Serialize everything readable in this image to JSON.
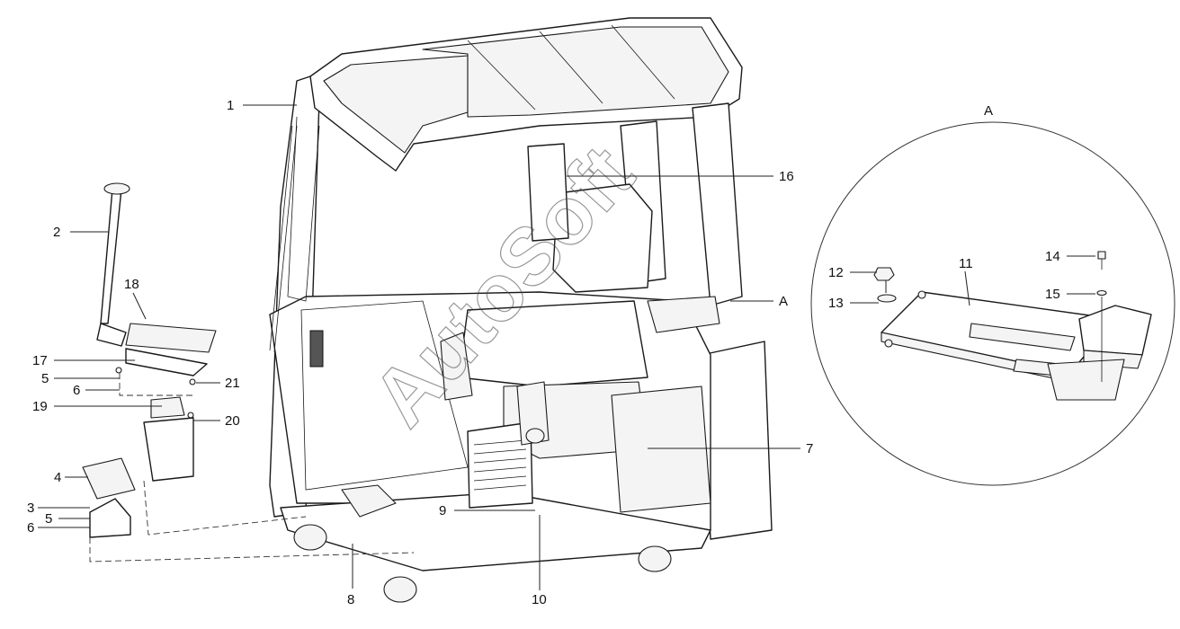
{
  "diagram": {
    "watermark": "AutoSoft",
    "detail_title": "A",
    "detail_ref": "A",
    "labels": {
      "p1": "1",
      "p2": "2",
      "p3": "3",
      "p4": "4",
      "p5a": "5",
      "p5b": "5",
      "p6a": "6",
      "p6b": "6",
      "p7": "7",
      "p8": "8",
      "p9": "9",
      "p10": "10",
      "p11": "11",
      "p12": "12",
      "p13": "13",
      "p14": "14",
      "p15": "15",
      "p16": "16",
      "p17": "17",
      "p18": "18",
      "p19": "19",
      "p20": "20",
      "p21": "21"
    }
  }
}
